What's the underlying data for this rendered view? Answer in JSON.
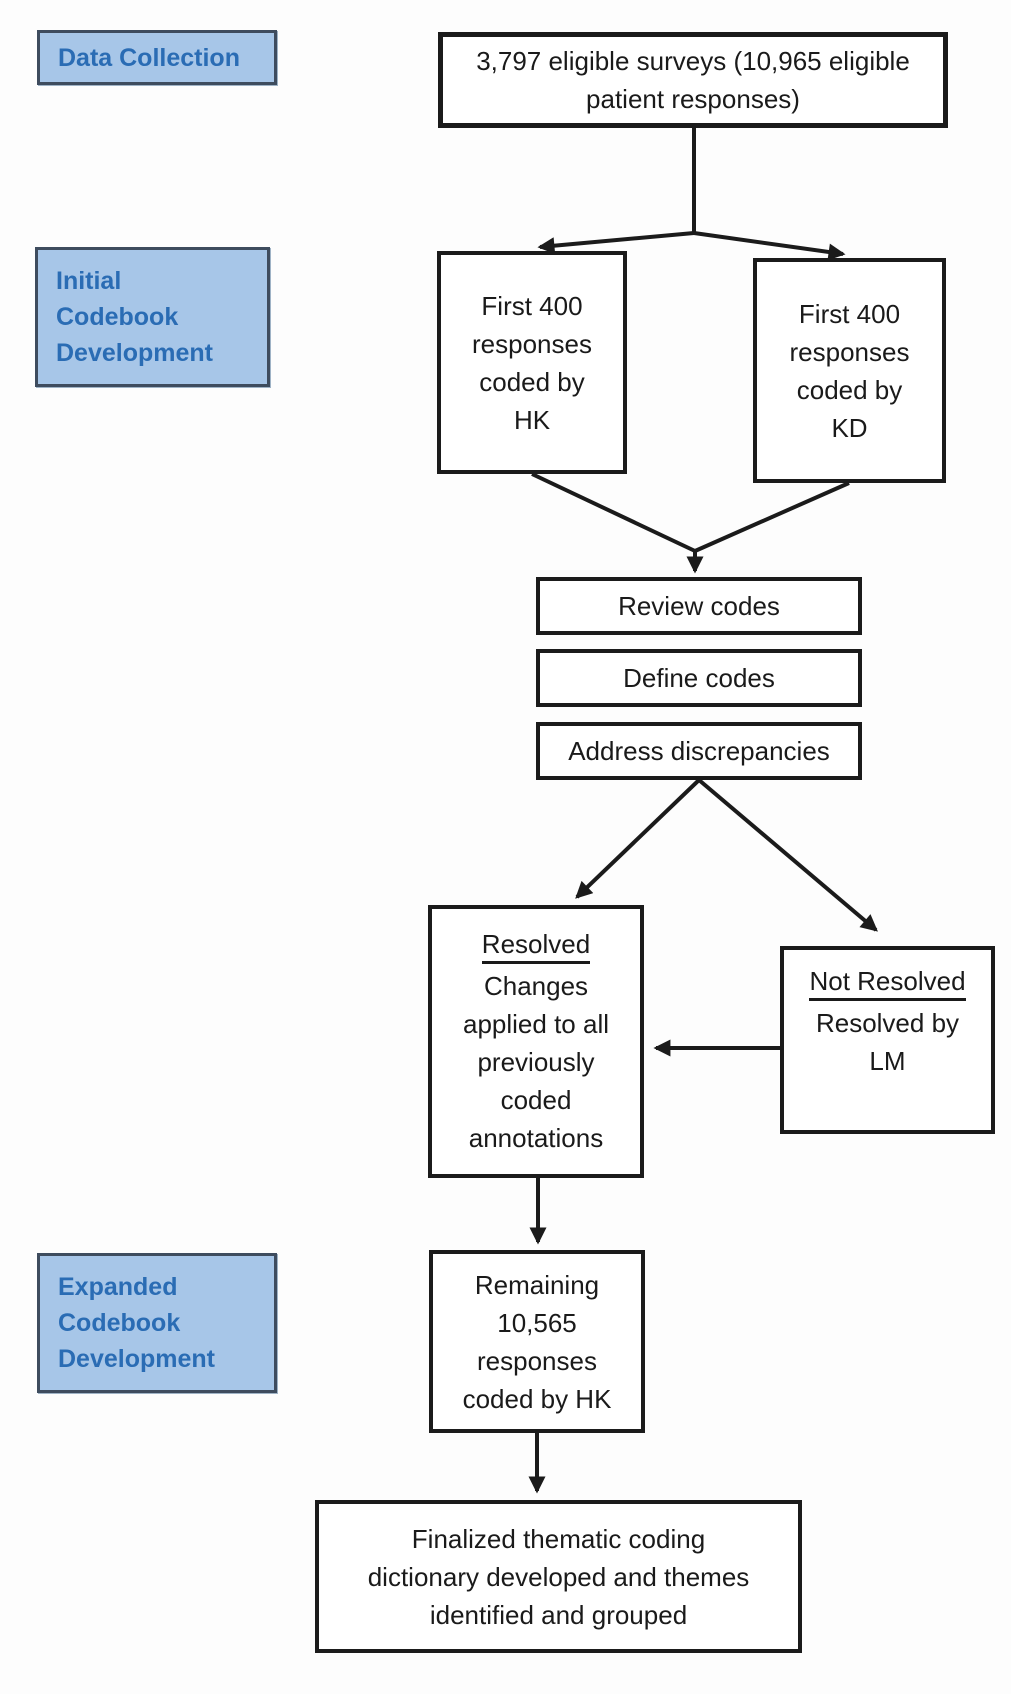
{
  "figure": {
    "type": "flowchart",
    "description": "Thematic coding process flow diagram"
  },
  "colors": {
    "stage_label_fill": "#a7c6e8",
    "stage_label_border": "#3e4c5e",
    "stage_label_text": "#2a6cb4",
    "box_border": "#1b1b1b",
    "box_text": "#1a1a1a",
    "arrow": "#1b1b1b",
    "background": "#fdfdfd"
  },
  "stage_labels": {
    "data_collection": "Data Collection",
    "initial_codebook": "Initial\nCodebook\nDevelopment",
    "expanded_codebook": "Expanded\nCodebook\nDevelopment"
  },
  "nodes": {
    "eligible": "3,797 eligible surveys (10,965 eligible\npatient responses)",
    "coded_hk": "First 400\nresponses\ncoded by\nHK",
    "coded_kd": "First 400\nresponses\ncoded by\nKD",
    "review": "Review codes",
    "define": "Define codes",
    "address": "Address discrepancies",
    "resolved": {
      "title": "Resolved",
      "body": "Changes\napplied to all\npreviously\ncoded\nannotations"
    },
    "not_resolved": {
      "title": "Not Resolved",
      "body": "Resolved by\nLM"
    },
    "remaining": "Remaining\n10,565\nresponses\ncoded by HK",
    "finalized": "Finalized thematic coding\ndictionary developed and themes\nidentified and grouped"
  }
}
